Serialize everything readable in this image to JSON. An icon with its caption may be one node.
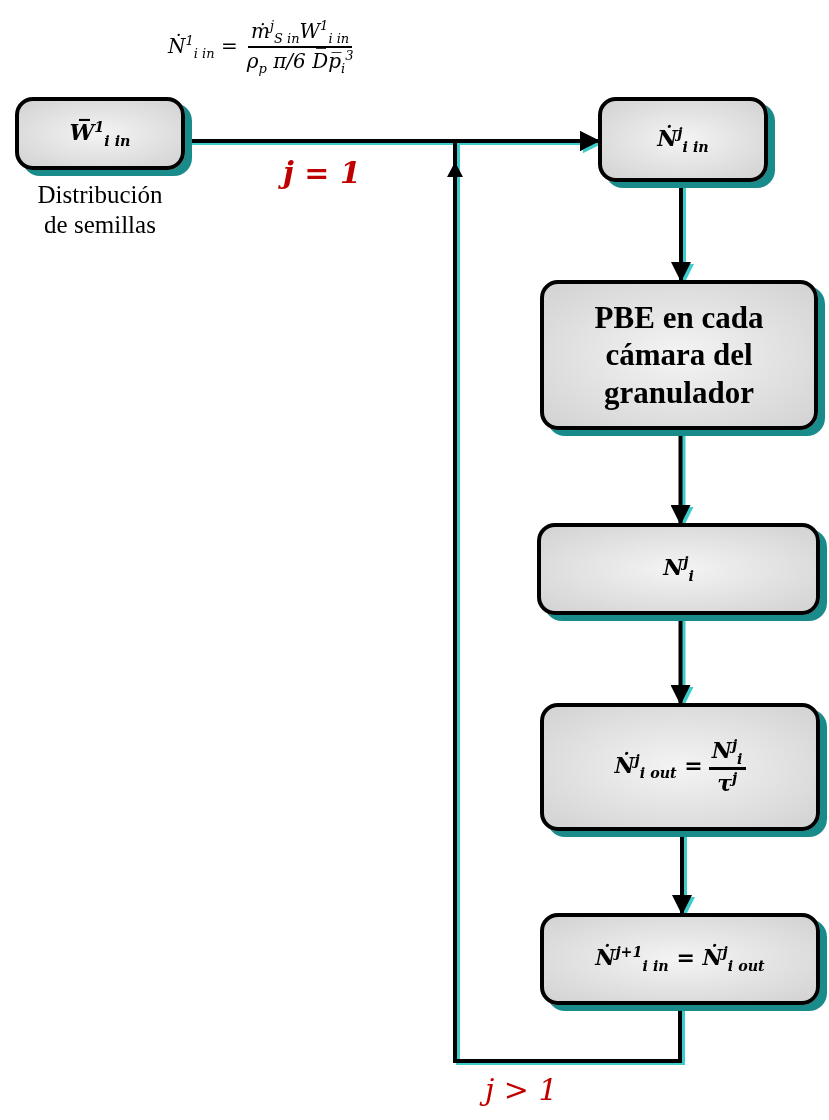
{
  "diagram": {
    "nodes": [
      {
        "text": [
          "W̅$^{1}$$_{i in}$"
        ],
        "beside": [
          "Distribución de semillas"
        ]
      },
      {
        "text": [
          "Ṅ$^{j}$$_{i in}$"
        ]
      },
      {
        "text": [
          "PBE en cada cámara del granulador"
        ]
      },
      {
        "text": [
          "N$^{j}$$_{i}$"
        ]
      },
      {
        "text": [
          "Ṅ$^{j}$$_{i out}$ =",
          "N$^{j}$$_{i}$",
          "τ$^{j}$"
        ]
      },
      {
        "text": [
          "Ṅ$^{j+1}$$_{i in}$ = Ṅ$^{j}$$_{i out}$"
        ]
      }
    ],
    "edges": [
      {
        "from": 0,
        "to": 1,
        "arrow": "to",
        "label": "j = 1"
      },
      {
        "from": 1,
        "to": 2,
        "arrow": "to"
      },
      {
        "from": 2,
        "to": 3,
        "arrow": "to"
      },
      {
        "from": 3,
        "to": 4,
        "arrow": "to"
      },
      {
        "from": 4,
        "to": 5,
        "arrow": "to"
      },
      {
        "from": 5,
        "to": 1,
        "arrow": "to",
        "label": "j > 1"
      }
    ],
    "labels": [
      "Ṅ$^{1}$$_{i in}$ =",
      "ṁ$^{j}$$_{S in}$W$^{1}$$_{i in}$",
      "ρ$_{p}$ π/6 D̅p̅$_{i}$$^{3}$"
    ]
  }
}
